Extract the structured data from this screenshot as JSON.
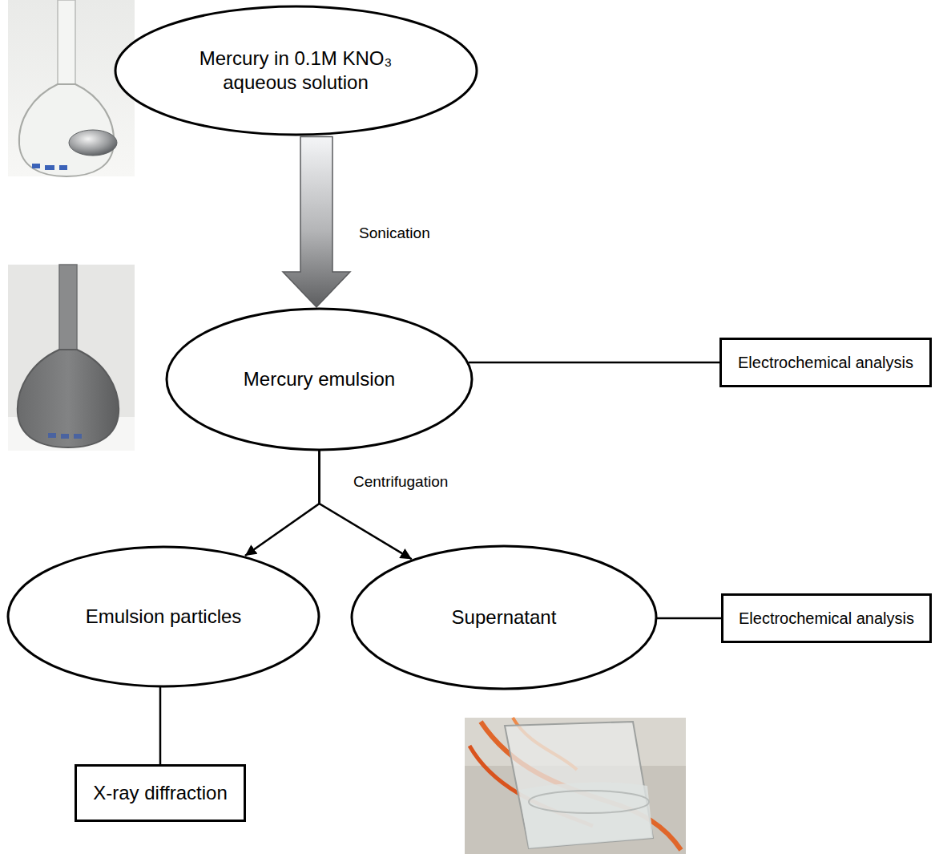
{
  "diagram": {
    "nodes": [
      {
        "text": [
          "Mercury in 0.1M KNO₃ aqueous solution"
        ]
      },
      {
        "text": [
          "Mercury emulsion"
        ]
      },
      {
        "text": [
          "Electrochemical analysis"
        ]
      },
      {
        "text": [
          "Emulsion particles"
        ]
      },
      {
        "text": [
          "Supernatant"
        ]
      },
      {
        "text": [
          "Electrochemical analysis"
        ]
      },
      {
        "text": [
          "X-ray diffraction"
        ]
      }
    ],
    "edges": [
      {
        "from": 0,
        "to": 1,
        "label": "Sonication",
        "arrow": "to"
      },
      {
        "from": 1,
        "to": 2,
        "arrow": "none"
      },
      {
        "from": 1,
        "to": 3,
        "label": "Centrifugation",
        "arrow": "to"
      },
      {
        "from": 1,
        "to": 4,
        "arrow": "to"
      },
      {
        "from": 4,
        "to": 5,
        "arrow": "none"
      },
      {
        "from": 3,
        "to": 6,
        "arrow": "none"
      }
    ]
  }
}
